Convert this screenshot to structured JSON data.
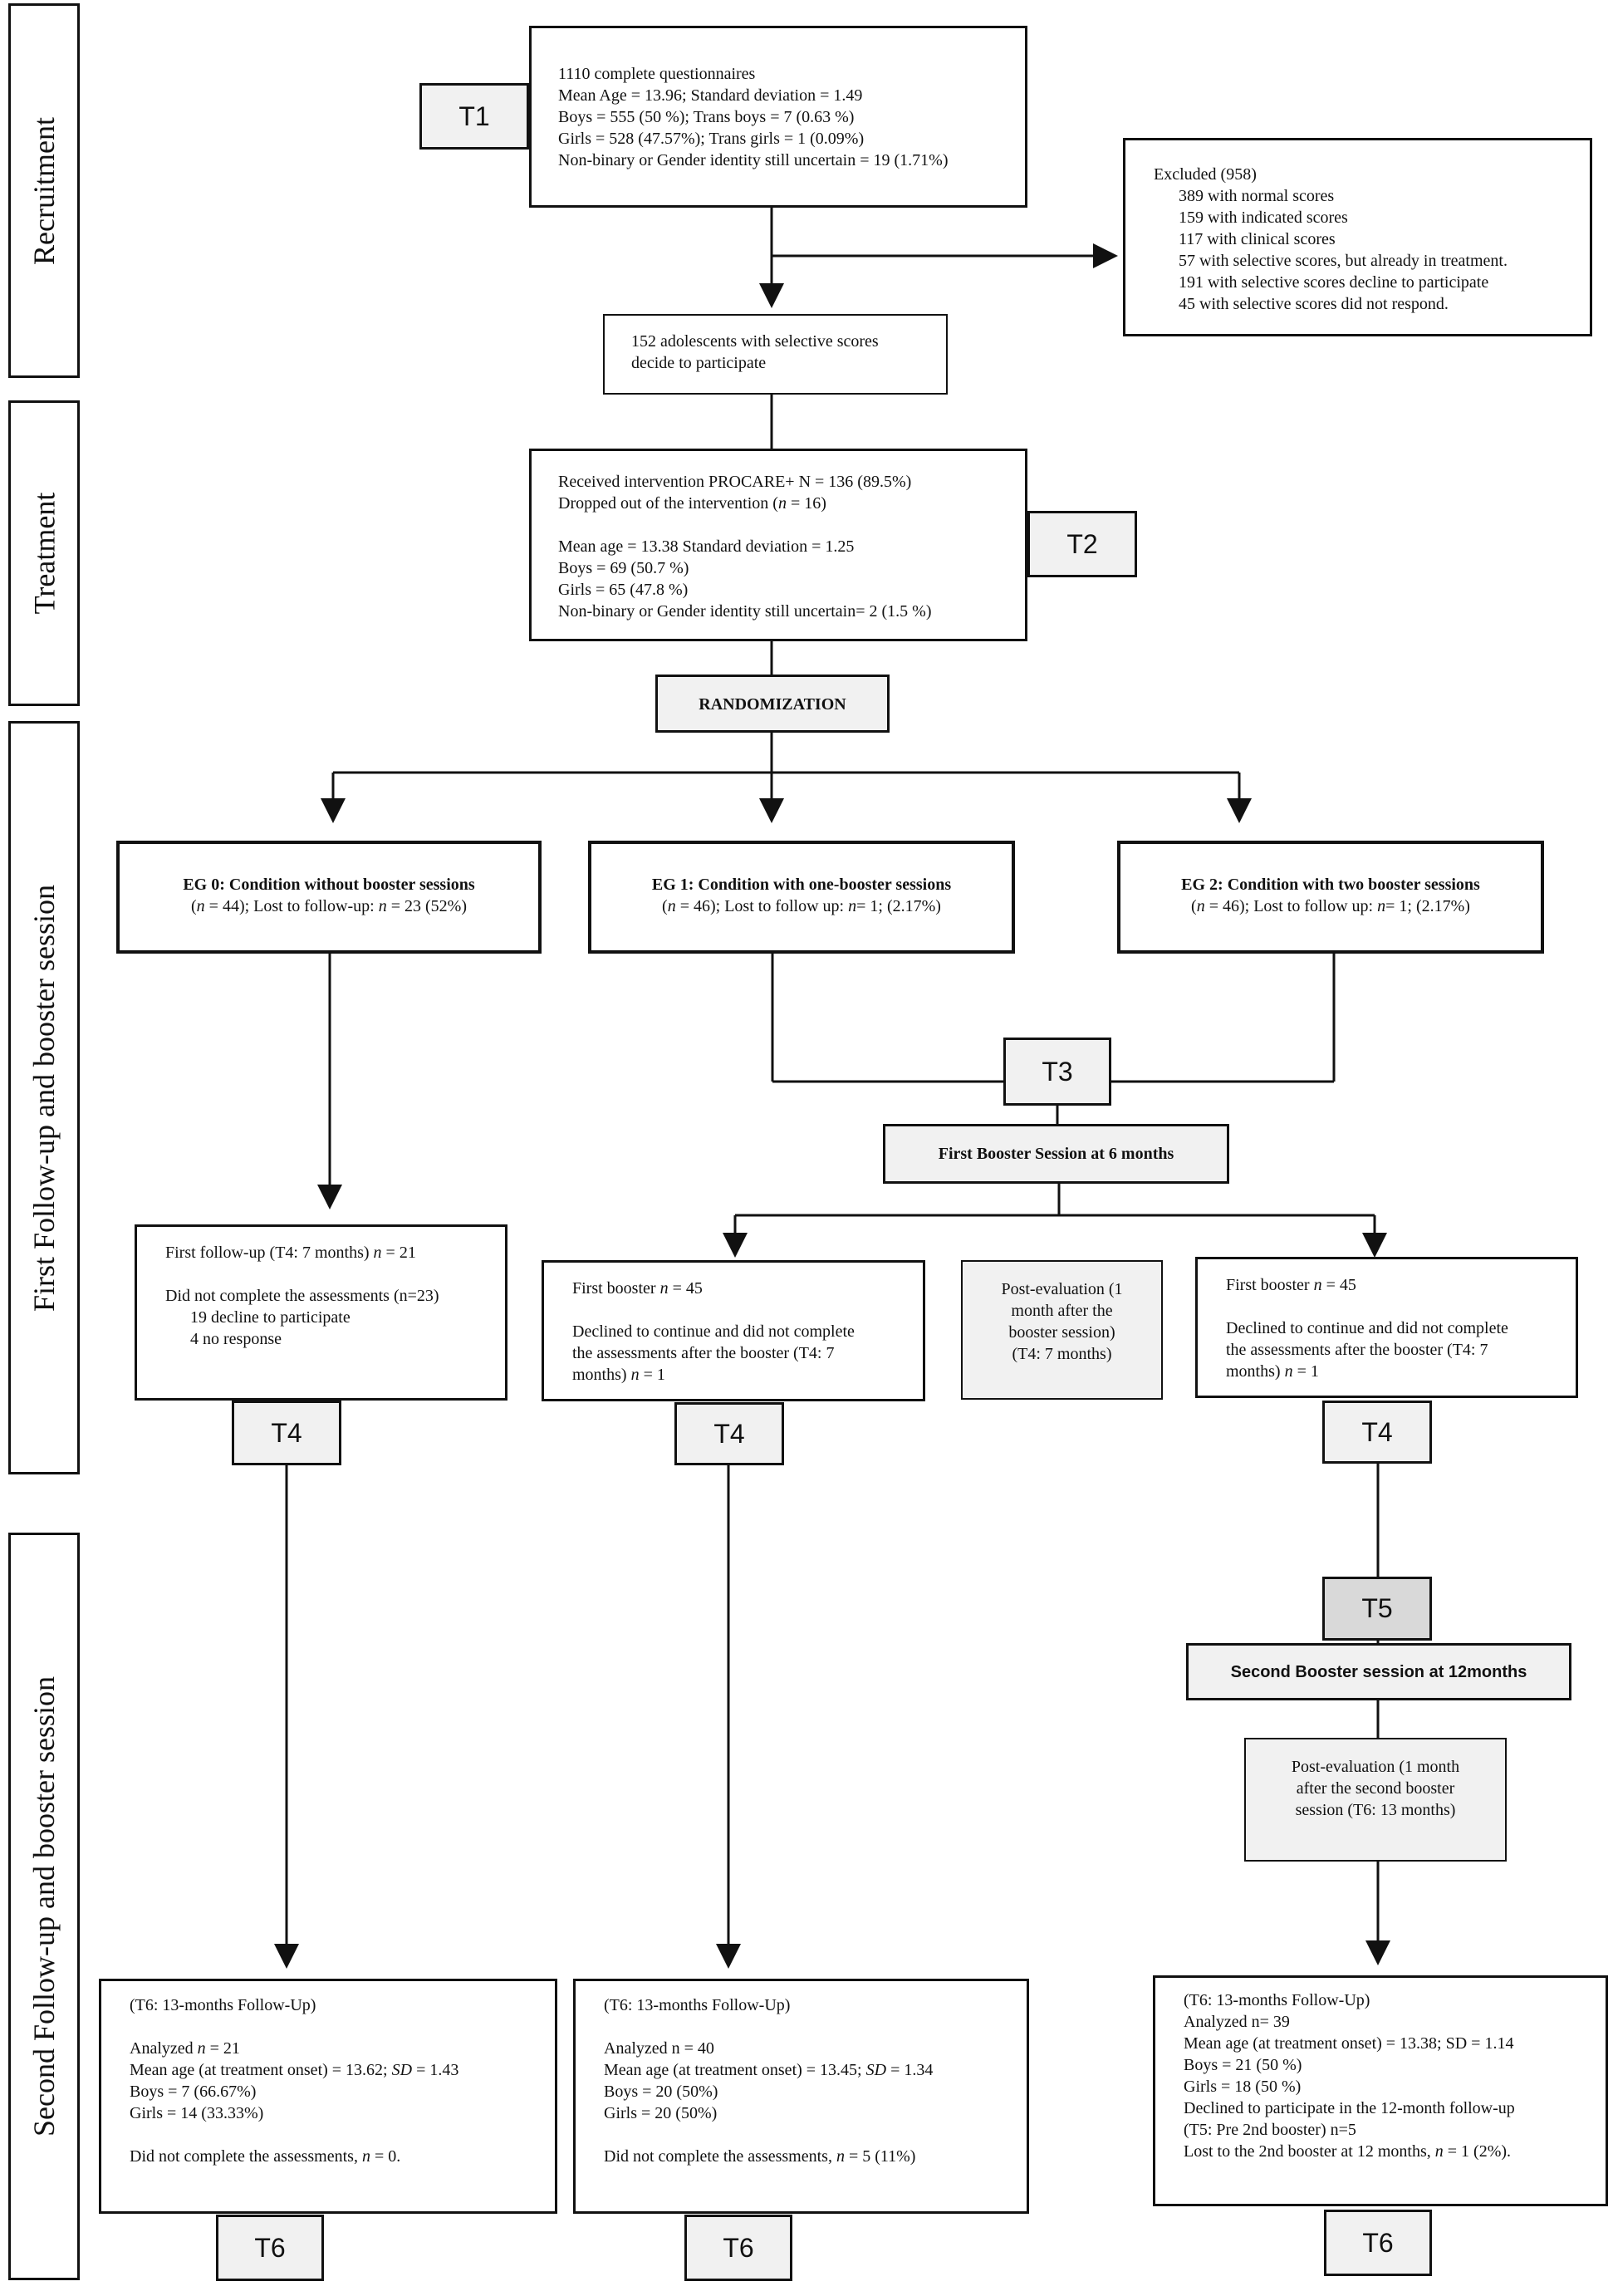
{
  "phases": {
    "recruitment": "Recruitment",
    "treatment": "Treatment",
    "first_followup": "First Follow-up and booster session",
    "second_followup": "Second Follow-up and booster session"
  },
  "timepoints": {
    "t1": "T1",
    "t2": "T2",
    "t3": "T3",
    "t4_a": "T4",
    "t4_b": "T4",
    "t4_c": "T4",
    "t5": "T5",
    "t6_a": "T6",
    "t6_b": "T6",
    "t6_c": "T6"
  },
  "recruitment_box": {
    "lines": [
      "1110 complete questionnaires",
      "Mean Age = 13.96; Standard deviation = 1.49",
      "Boys = 555 (50 %); Trans boys = 7 (0.63 %)",
      "Girls = 528 (47.57%); Trans girls = 1 (0.09%)",
      "Non-binary or Gender identity still uncertain = 19 (1.71%)"
    ]
  },
  "excluded_box": {
    "title": "Excluded (958)",
    "lines": [
      "389 with normal scores",
      "159 with indicated scores",
      "117 with clinical scores",
      "57 with selective scores, but already in treatment.",
      "191 with selective scores decline to participate",
      "45 with selective scores did not respond."
    ]
  },
  "participate_box": {
    "lines": [
      "152 adolescents with selective scores",
      "decide to participate"
    ]
  },
  "treatment_box": {
    "line1": "Received intervention PROCARE+ N = 136 (89.5%)",
    "line2_pre": "Dropped out of the intervention (",
    "line2_n": "n",
    "line2_post": " = 16)",
    "lines_after": [
      "Mean age = 13.38 Standard deviation = 1.25",
      "Boys = 69 (50.7 %)",
      "Girls = 65 (47.8 %)",
      "Non-binary or Gender identity still uncertain= 2 (1.5 %)"
    ]
  },
  "randomization": "RANDOMIZATION",
  "eg0": {
    "title": "EG 0: Condition without booster sessions",
    "detail_a": "(",
    "n": "n",
    "detail_b": " = 44); Lost to follow-up: ",
    "detail_c": " = 23 (52%)"
  },
  "eg1": {
    "title": "EG 1: Condition with one-booster sessions",
    "detail_a": "(",
    "n": "n",
    "detail_b": " = 46); Lost to follow up: ",
    "detail_c": "= 1; (2.17%)"
  },
  "eg2": {
    "title": "EG 2: Condition with two booster sessions",
    "detail_a": "(",
    "n": "n",
    "detail_b": " = 46); Lost to follow up: ",
    "detail_c": "= 1; (2.17%)"
  },
  "first_booster_label": "First Booster Session at 6 months",
  "eg0_followup": {
    "line1_pre": "First follow-up (T4: 7 months) ",
    "n": "n",
    "line1_post": " = 21",
    "line2": "Did not complete the assessments (n=23)",
    "line3": "19 decline to participate",
    "line4": "4 no response"
  },
  "eg1_booster": {
    "line1_pre": "First booster ",
    "n": "n",
    "line1_post": " = 45",
    "line2": "Declined to continue and did not complete",
    "line3": "the assessments after the booster (T4: 7",
    "line4_pre": "months) ",
    "line4_post": " = 1"
  },
  "post_eval_1": {
    "lines": [
      "Post-evaluation (1",
      "month after the",
      "booster session)",
      "(T4: 7 months)"
    ]
  },
  "eg2_booster": {
    "line1_pre": "First booster ",
    "n": "n",
    "line1_post": " = 45",
    "line2": "Declined to continue and did not complete",
    "line3": "the assessments after the booster (T4: 7",
    "line4_pre": "months) ",
    "line4_post": " = 1"
  },
  "second_booster_label": "Second Booster session at 12months",
  "post_eval_2": {
    "lines": [
      "Post-evaluation (1 month",
      "after the second booster",
      "session (T6: 13 months)"
    ]
  },
  "eg0_final": {
    "title": "(T6: 13-months Follow-Up)",
    "analyzed_pre": "Analyzed ",
    "n": "n",
    "analyzed_post": " = 21",
    "mean_pre": "Mean age (at treatment onset) = 13.62; ",
    "sd": "SD",
    "mean_post": " = 1.43",
    "boys": "Boys = 7 (66.67%)",
    "girls": "Girls = 14 (33.33%)",
    "incomplete_pre": "Did not complete the assessments, ",
    "incomplete_post": " = 0."
  },
  "eg1_final": {
    "title": "(T6: 13-months Follow-Up)",
    "analyzed": "Analyzed n = 40",
    "mean_pre": "Mean age (at treatment onset) = 13.45; ",
    "sd": "SD",
    "mean_post": " = 1.34",
    "boys": "Boys = 20 (50%)",
    "girls": "Girls = 20 (50%)",
    "incomplete_pre": "Did not complete the assessments, ",
    "n": "n",
    "incomplete_post": " = 5 (11%)"
  },
  "eg2_final": {
    "lines": [
      "(T6: 13-months Follow-Up)",
      "Analyzed n= 39",
      "Mean age (at treatment onset) = 13.38; SD = 1.14",
      "Boys = 21 (50 %)",
      "Girls = 18 (50 %)",
      "Declined to participate in the 12-month follow-up",
      "(T5: Pre 2nd booster) n=5"
    ],
    "last_pre": "Lost to the 2nd booster at 12 months, ",
    "n": "n",
    "last_post": " = 1 (2%)."
  }
}
